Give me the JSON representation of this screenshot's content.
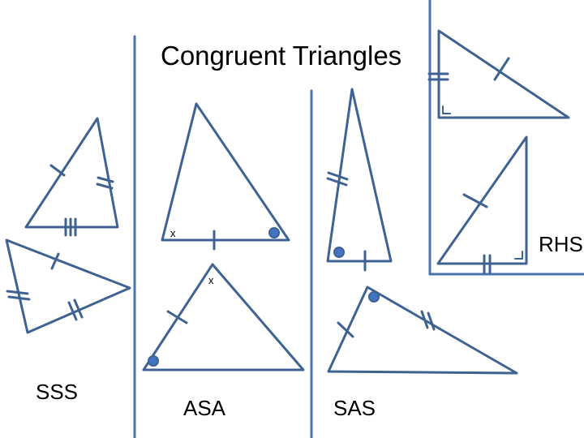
{
  "title": "Congruent Triangles",
  "labels": {
    "sss": "SSS",
    "asa": "ASA",
    "sas": "SAS",
    "rhs": "RHS"
  },
  "angle_marks": {
    "cross": "x"
  },
  "colors": {
    "stroke": "#3f6391",
    "divider": "#4a73ad",
    "dot_fill": "#4472c4"
  }
}
